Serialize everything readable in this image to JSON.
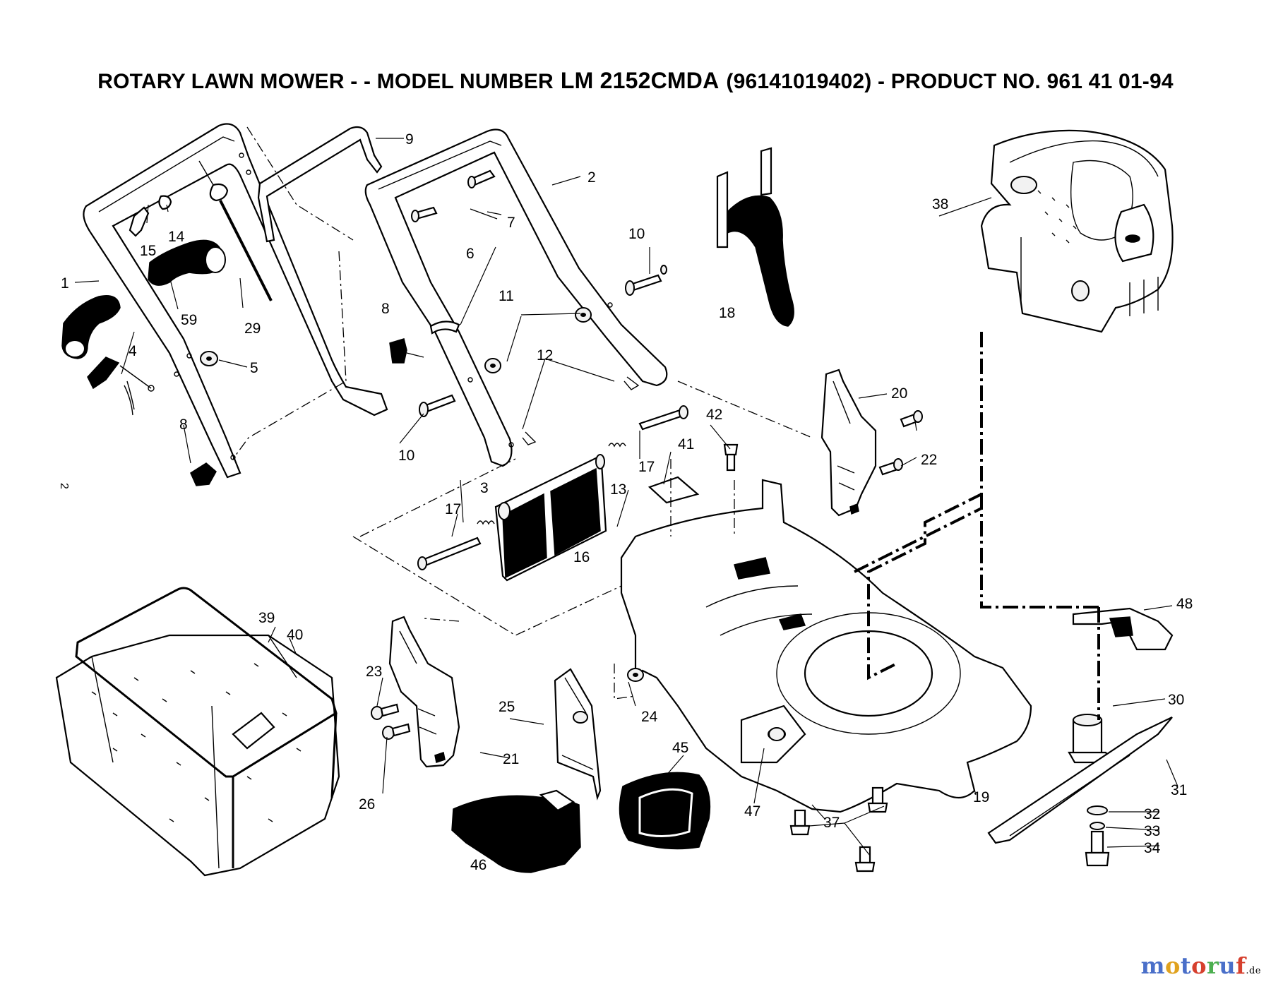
{
  "header": {
    "title_prefix": "ROTARY LAWN MOWER - - MODEL NUMBER",
    "model_number": "LM 2152CMDA",
    "title_suffix": "(96141019402) - PRODUCT NO. 961 41 01-94"
  },
  "page_marker": "2",
  "watermark": {
    "letters": [
      "m",
      "o",
      "t",
      "o",
      "r",
      "u",
      "f"
    ],
    "colors": [
      "#4a6fc9",
      "#e0a21f",
      "#4a6fc9",
      "#d6402e",
      "#4caf50",
      "#4a6fc9",
      "#d6402e"
    ],
    "suffix": ".de"
  },
  "part_labels": {
    "p1": "1",
    "p2": "2",
    "p3": "3",
    "p4": "4",
    "p5": "5",
    "p6": "6",
    "p7": "7",
    "p8a": "8",
    "p8b": "8",
    "p9": "9",
    "p10a": "10",
    "p10b": "10",
    "p11": "11",
    "p12": "12",
    "p13": "13",
    "p14": "14",
    "p15": "15",
    "p16": "16",
    "p17a": "17",
    "p17b": "17",
    "p18": "18",
    "p19": "19",
    "p20": "20",
    "p21": "21",
    "p22": "22",
    "p23": "23",
    "p24": "24",
    "p25": "25",
    "p26": "26",
    "p29": "29",
    "p30": "30",
    "p31": "31",
    "p32": "32",
    "p33": "33",
    "p34": "34",
    "p37": "37",
    "p38": "38",
    "p39": "39",
    "p40": "40",
    "p41": "41",
    "p42": "42",
    "p45": "45",
    "p46": "46",
    "p47": "47",
    "p48": "48",
    "p59": "59"
  }
}
